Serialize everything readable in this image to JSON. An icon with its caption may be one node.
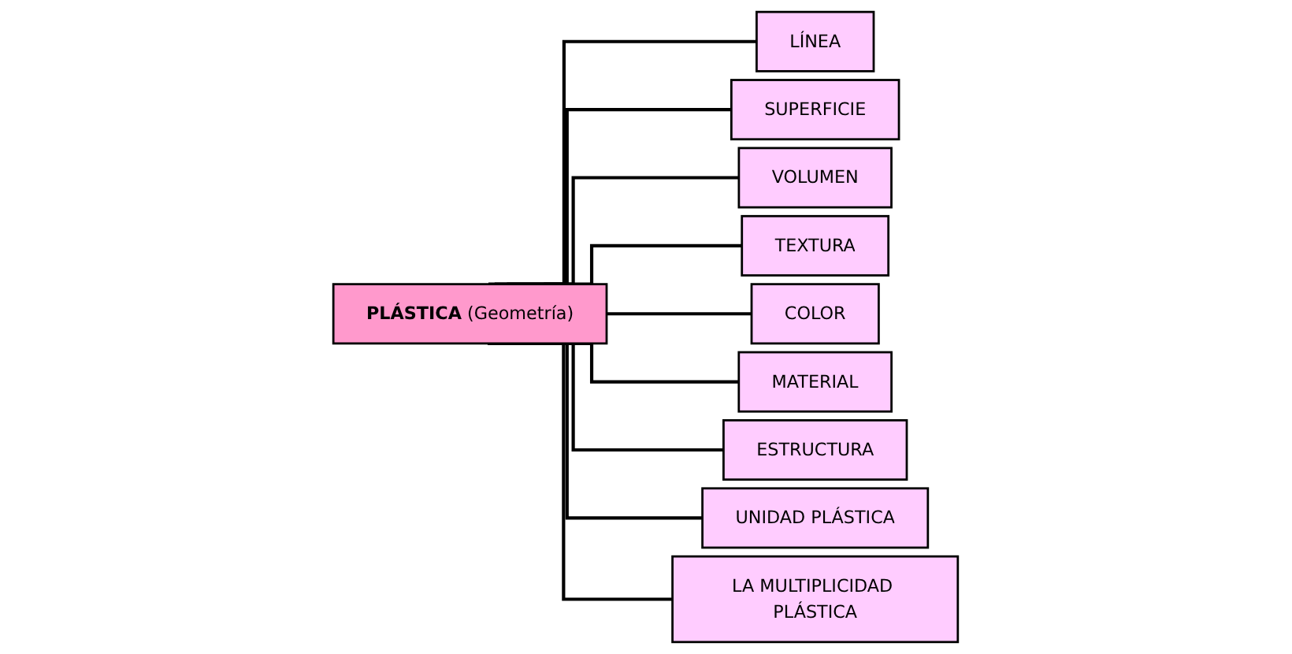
{
  "diagram": {
    "nodes": [
      {
        "text": [
          "**PLÁSTICA** (Geometría)"
        ]
      },
      {
        "text": [
          "LÍNEA"
        ]
      },
      {
        "text": [
          "SUPERFICIE"
        ]
      },
      {
        "text": [
          "VOLUMEN"
        ]
      },
      {
        "text": [
          "TEXTURA"
        ]
      },
      {
        "text": [
          "COLOR"
        ]
      },
      {
        "text": [
          "MATERIAL"
        ]
      },
      {
        "text": [
          "ESTRUCTURA"
        ]
      },
      {
        "text": [
          "UNIDAD PLÁSTICA"
        ]
      },
      {
        "text": [
          "LA MULTIPLICIDAD PLÁSTICA"
        ]
      }
    ],
    "edges": [
      {
        "from": 0,
        "to": 1,
        "arrow": "none"
      },
      {
        "from": 0,
        "to": 2,
        "arrow": "none"
      },
      {
        "from": 0,
        "to": 3,
        "arrow": "none"
      },
      {
        "from": 0,
        "to": 4,
        "arrow": "none"
      },
      {
        "from": 0,
        "to": 5,
        "arrow": "none"
      },
      {
        "from": 0,
        "to": 6,
        "arrow": "none"
      },
      {
        "from": 0,
        "to": 7,
        "arrow": "none"
      },
      {
        "from": 0,
        "to": 8,
        "arrow": "none"
      },
      {
        "from": 0,
        "to": 9,
        "arrow": "none"
      }
    ]
  }
}
